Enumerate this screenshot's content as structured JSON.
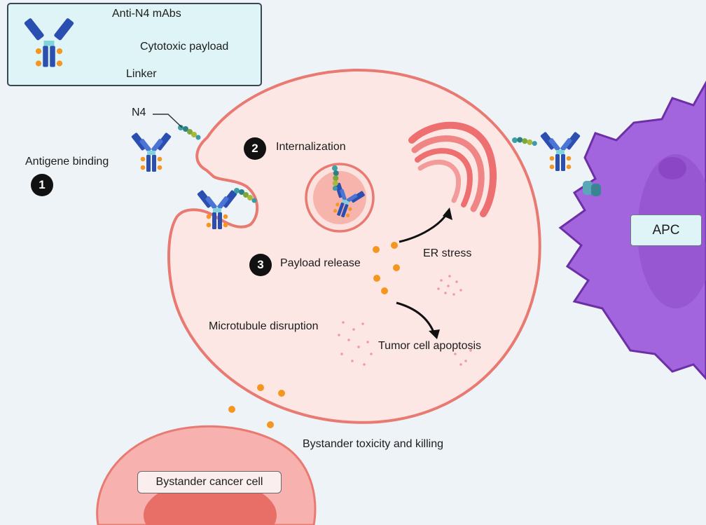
{
  "legend": {
    "antibody": "Anti-N4 mAbs",
    "payload": "Cytotoxic payload",
    "linker": "Linker"
  },
  "labels": {
    "n4": "N4",
    "antigen_binding": "Antigene binding",
    "internalization": "Internalization",
    "payload_release": "Payload release",
    "er_stress": "ER stress",
    "microtubule": "Microtubule disruption",
    "apoptosis": "Tumor cell apoptosis",
    "bystander_toxicity": "Bystander toxicity and killing",
    "bystander_cell": "Bystander cancer cell",
    "apc": "APC"
  },
  "steps": [
    "1",
    "2",
    "3"
  ],
  "colors": {
    "background": "#eef3f7",
    "cell_fill": "#fde7e5",
    "cell_border": "#e87a72",
    "apc_purple": "#9b57d4",
    "antibody_blue": "#2a4fb0",
    "payload_orange": "#f4961f",
    "er_red": "#ee6f6f"
  },
  "icons": [
    "antibody-drug-conjugate-icon",
    "payload-dot-icon",
    "arrow-icon"
  ]
}
